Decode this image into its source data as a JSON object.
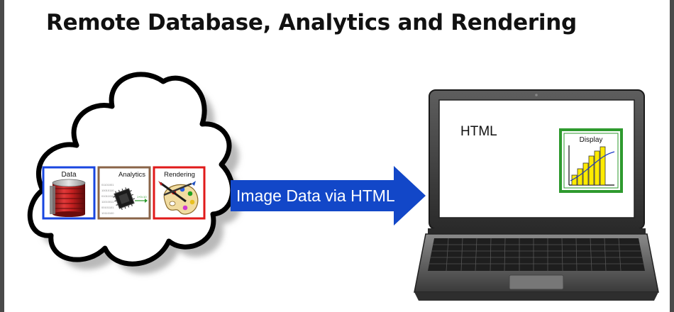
{
  "slide": {
    "title": "Remote Database, Analytics and Rendering"
  },
  "cloud": {
    "tiles": [
      {
        "label": "Data",
        "icon": "database-icon",
        "border": "#1846e0"
      },
      {
        "label": "Analytics",
        "icon": "cpu-chip-icon",
        "border": "#8a6448"
      },
      {
        "label": "Rendering",
        "icon": "paint-palette-icon",
        "border": "#e01a1a"
      }
    ]
  },
  "arrow": {
    "label": "Image Data via HTML",
    "color": "#1247c8"
  },
  "laptop": {
    "screen_label": "HTML",
    "display": {
      "label": "Display",
      "icon": "bar-chart-icon",
      "border": "#2e9a2e",
      "bar_color": "#ffeb00"
    }
  }
}
